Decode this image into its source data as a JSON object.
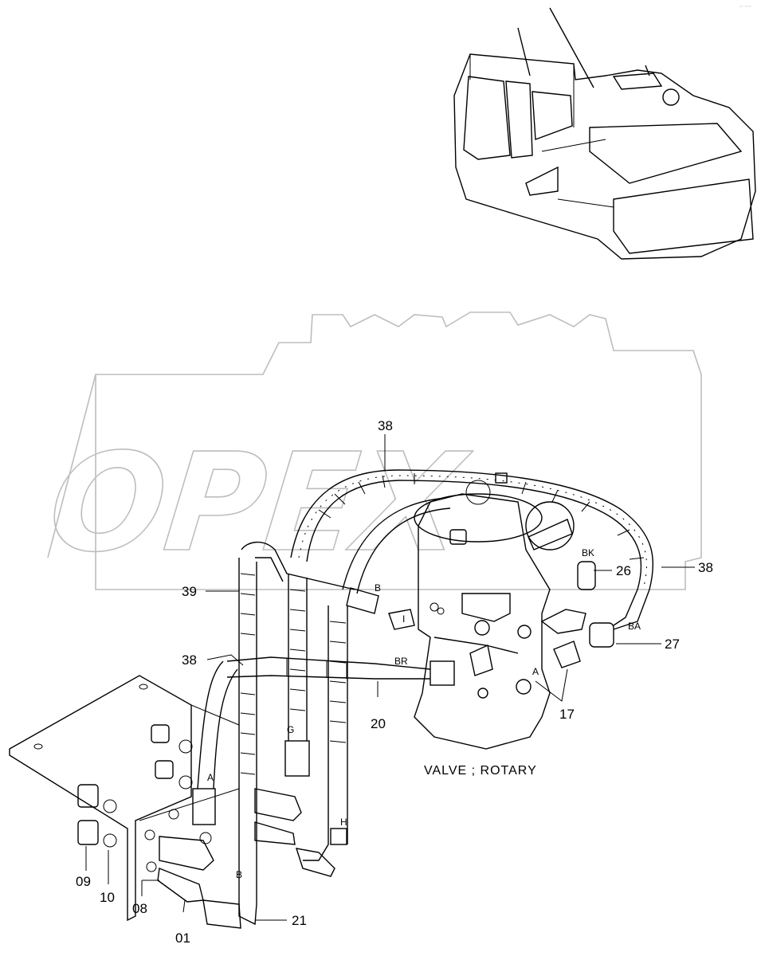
{
  "watermark": {
    "text": "OPEX"
  },
  "caption": "VALVE ; ROTARY",
  "part_labels": {
    "p38a": "38",
    "p38b": "38",
    "p38c": "38",
    "p39": "39",
    "p26": "26",
    "p27": "27",
    "p17": "17",
    "p20": "20",
    "p21": "21",
    "p01": "01",
    "p08": "08",
    "p09": "09",
    "p10": "10"
  },
  "port_labels": {
    "bk": "BK",
    "ba": "BA",
    "br": "BR",
    "a_valve": "A",
    "a_block": "A",
    "b_top": "B",
    "b_bottom": "B",
    "g": "G",
    "h": "H",
    "i": "I"
  }
}
